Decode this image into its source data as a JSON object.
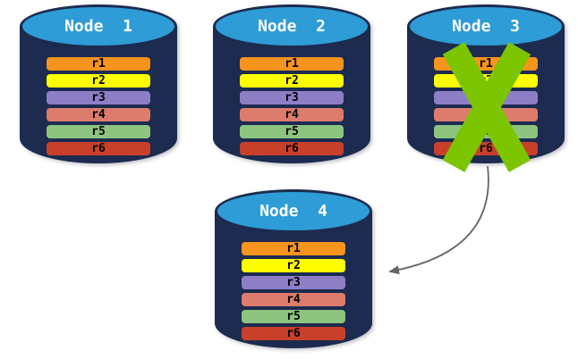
{
  "diagram": {
    "background": "#ffffff",
    "nodes": [
      {
        "title": "Node  1",
        "status": "active",
        "replicas": [
          "r1",
          "r2",
          "r3",
          "r4",
          "r5",
          "r6"
        ]
      },
      {
        "title": "Node  2",
        "status": "active",
        "replicas": [
          "r1",
          "r2",
          "r3",
          "r4",
          "r5",
          "r6"
        ]
      },
      {
        "title": "Node  3",
        "status": "failed",
        "replicas": [
          "r1",
          "r2",
          "r3",
          "r4",
          "r5",
          "r6"
        ]
      },
      {
        "title": "Node  4",
        "status": "active",
        "replicas": [
          "r1",
          "r2",
          "r3",
          "r4",
          "r5",
          "r6"
        ]
      }
    ],
    "replica_colors": {
      "r1": "#F7941E",
      "r2": "#FDFD00",
      "r3": "#8E7EC6",
      "r4": "#DD7C6C",
      "r5": "#8DC47F",
      "r6": "#C8402A"
    },
    "colors": {
      "cylinder_body": "#1C2B4F",
      "cylinder_top": "#2E9CD6",
      "cylinder_outline": "#1C2B4F",
      "failure_x": "#7CC500",
      "arrow": "#666666",
      "replica_text": "#000000",
      "title_text": "#ffffff"
    },
    "icons": {
      "failure_x": "x-cross",
      "arrow_head": "left-arrowhead"
    },
    "arrow": {
      "from": "Node  3",
      "to": "Node  4"
    }
  }
}
